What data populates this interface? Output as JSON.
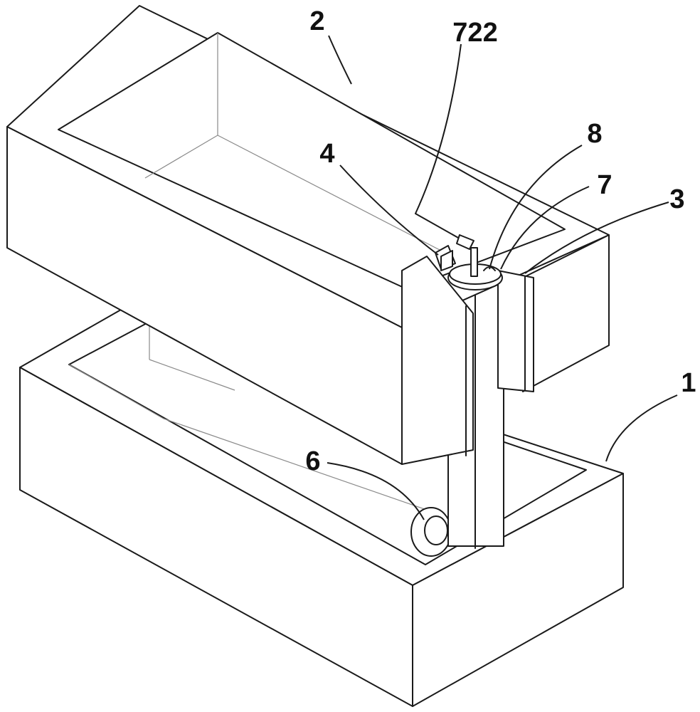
{
  "figure": {
    "callouts": [
      {
        "id": "2",
        "text": "2"
      },
      {
        "id": "722",
        "text": "722"
      },
      {
        "id": "8",
        "text": "8"
      },
      {
        "id": "4",
        "text": "4"
      },
      {
        "id": "7",
        "text": "7"
      },
      {
        "id": "3",
        "text": "3"
      },
      {
        "id": "1",
        "text": "1"
      },
      {
        "id": "6",
        "text": "6"
      }
    ]
  }
}
